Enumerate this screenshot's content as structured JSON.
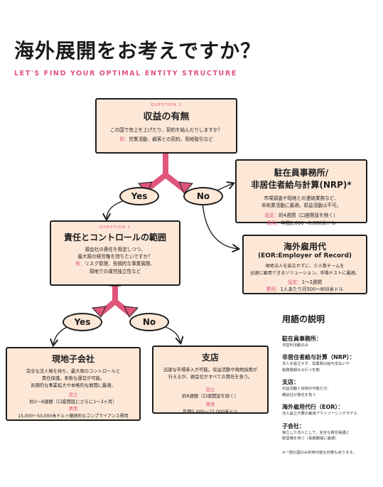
{
  "header": {
    "title": "海外展開をお考えですか？",
    "subtitle": "LET'S FIND YOUR OPTIMAL ENTITY STRUCTURE"
  },
  "q1": {
    "label": "QUESTION 1",
    "title": "収益の有無",
    "text": "この国で売上を上げたり、契約を結んだりしますか？",
    "example_prefix": "例：",
    "example": "営業活動、顧客との契約、現地取引など"
  },
  "nrp": {
    "title1": "駐在員事務所/",
    "title2": "非居住者給与計算(NRP)*",
    "text1": "市場調査や現地との連絡業務など、",
    "text2": "非商業活動に最適。収益活動は不可。",
    "setup_label": "設定：",
    "setup": "約4週間（口座開設を除く）",
    "cost_label": "費用：",
    "cost": "年間2,000～8,000米ドル"
  },
  "eor": {
    "title1": "海外雇用代",
    "title2": "(EOR:Employer of Record)",
    "text1": "現地法人を設立せずに、少人数チームを",
    "text2": "迅速に雇用できるソリューション。市場テストに最適。",
    "setup_label": "設定：",
    "setup": "1～2週間",
    "cost_label": "費用：",
    "cost": "1人あたり月500～800米ドル"
  },
  "q2": {
    "label": "QUESTION 2",
    "title": "責任とコントロールの範囲",
    "text1": "親会社の責任を限定しつつ、",
    "text2": "最大限の経営権を持ちたいですか？",
    "example_prefix": "例：",
    "example1": "リスク管理、長期的な事業展開、",
    "example2": "現地での運営独立性など"
  },
  "sub": {
    "title": "現地子会社",
    "text1": "完全な法人格を持ち、最大限のコントロールと",
    "text2": "責任保護。柔軟な運営が可能。",
    "text3": "長期的な事業拡大や本格的な展開に最適。",
    "setup_label": "設立",
    "setup": "約2～8週間（口座開設にさらに1～3ヶ月）",
    "cost_label": "費用",
    "cost": "15,000～50,000米ドル＋継続的なコンプライアンス費用"
  },
  "branch": {
    "title": "支店",
    "text1": "迅速な市場参入が可能。収益活動や現地採用が",
    "text2": "行えるが、親会社がすべての責任を負う。",
    "setup_label": "設立",
    "setup": "約6週間（口座開設を除く）",
    "cost_label": "費用",
    "cost": "年間5,000～15,000米ドル"
  },
  "decisions": {
    "yes": "Yes",
    "no": "No"
  },
  "glossary": {
    "title": "用語の説明",
    "items": [
      {
        "term": "駐在員事務所：",
        "desc1": "非営利活動のみ",
        "desc2": ""
      },
      {
        "term": "非居住者給与計算（NRP）：",
        "desc1": "法人を設立せず、従業員の給与支払いや",
        "desc2": "税務登録のみ行う形態"
      },
      {
        "term": "支店：",
        "desc1": "収益活動と採用が可能だが、",
        "desc2": "親会社が責任を負う"
      },
      {
        "term": "海外雇用代行（EOR）：",
        "desc1": "法人設立不要の雇用アウトソーシングモデル",
        "desc2": ""
      },
      {
        "term": "子会社：",
        "desc1": "独立した法人として、完全な責任保護と",
        "desc2": "経営権を持つ（長期展開に最適）"
      }
    ],
    "note": "※一部の国のみ利用可能な形態もあります。"
  },
  "colors": {
    "box_fill": "#fde8d8",
    "accent_pink": "#e0557a",
    "outline": "#1e1e1e"
  }
}
